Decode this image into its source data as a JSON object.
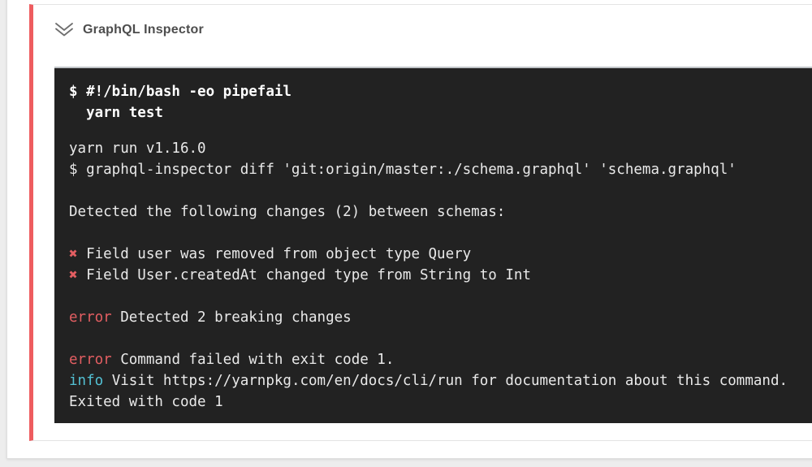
{
  "header": {
    "title": "GraphQL Inspector",
    "collapse_icon": "double-chevron-down"
  },
  "colors": {
    "page_bg": "#ededed",
    "panel_bg": "#ffffff",
    "card_border": "#e4e4e4",
    "fail_stripe": "#ee5c5f",
    "header_text": "#4d4d4d",
    "terminal_bg": "#222222",
    "terminal_top_edge": "#bfc3c7",
    "terminal_text": "#e9e9e9",
    "command_text": "#ffffff",
    "error_red": "#e35e62",
    "info_cyan": "#53c1d4"
  },
  "terminal": {
    "command_lines": [
      "$ #!/bin/bash -eo pipefail",
      "  yarn test"
    ],
    "output_lines": [
      [
        {
          "text": "yarn run v1.16.0"
        }
      ],
      [
        {
          "text": "$ graphql-inspector diff 'git:origin/master:./schema.graphql' 'schema.graphql'"
        }
      ],
      [],
      [
        {
          "text": "Detected the following changes (2) between schemas:"
        }
      ],
      [],
      [
        {
          "text": "✖",
          "style": "error",
          "name": "breaking-change-mark"
        },
        {
          "text": " Field user was removed from object type Query"
        }
      ],
      [
        {
          "text": "✖",
          "style": "error",
          "name": "breaking-change-mark"
        },
        {
          "text": " Field User.createdAt changed type from String to Int"
        }
      ],
      [],
      [
        {
          "text": "error",
          "style": "error",
          "name": "error-label"
        },
        {
          "text": " Detected 2 breaking changes"
        }
      ],
      [],
      [
        {
          "text": "error",
          "style": "error",
          "name": "error-label"
        },
        {
          "text": " Command failed with exit code 1."
        }
      ],
      [
        {
          "text": "info",
          "style": "info",
          "name": "info-label"
        },
        {
          "text": " Visit https://yarnpkg.com/en/docs/cli/run for documentation about this command."
        }
      ],
      [
        {
          "text": "Exited with code 1"
        }
      ]
    ]
  }
}
